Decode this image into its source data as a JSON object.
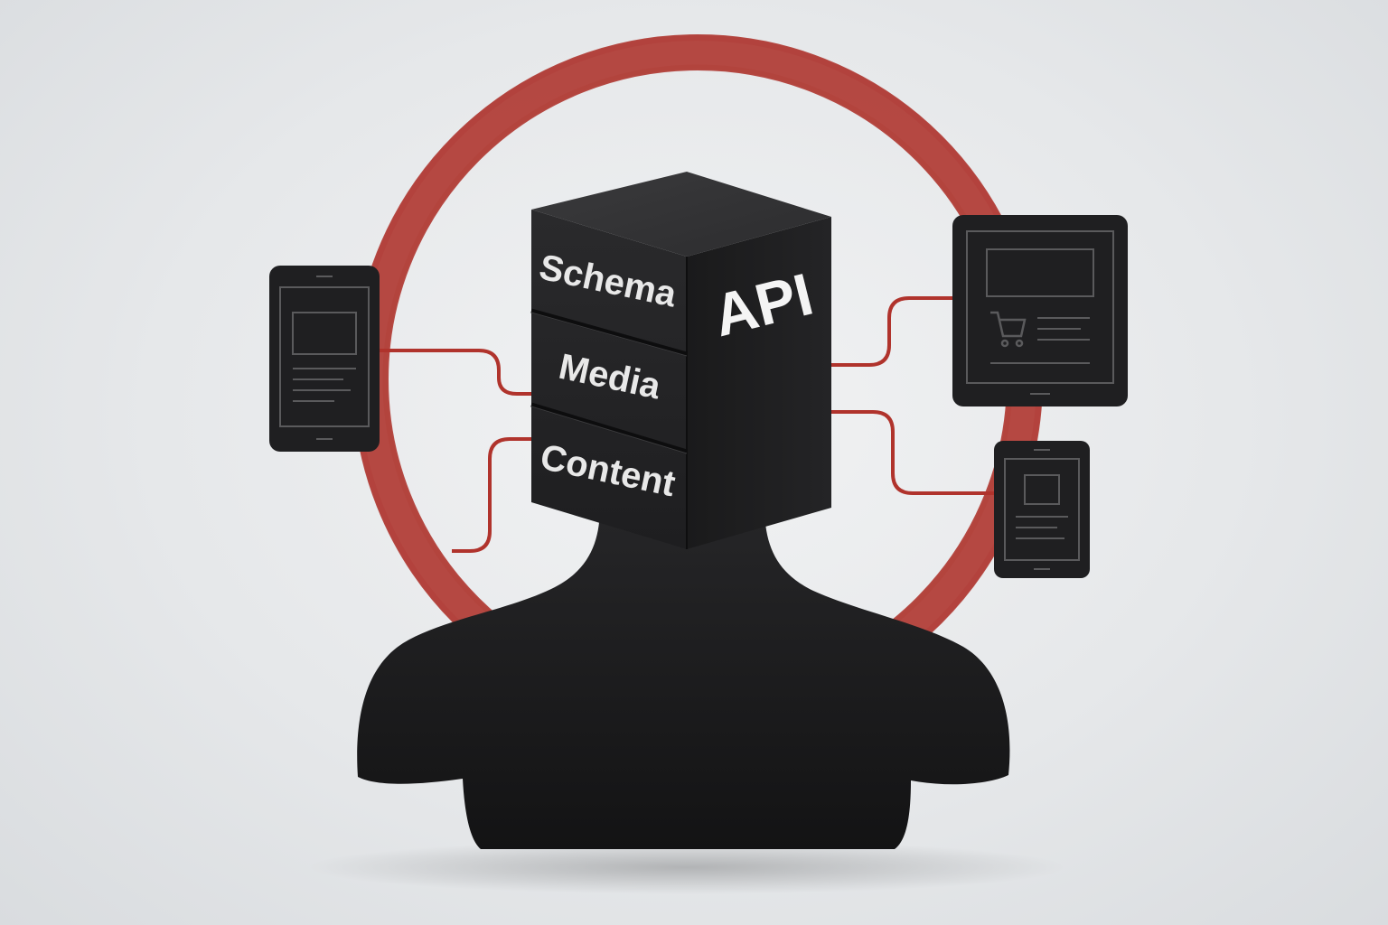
{
  "cube": {
    "front_layers": [
      "Schema",
      "Media",
      "Content"
    ],
    "side_label": "API"
  },
  "devices": {
    "left": "phone-icon",
    "right_top": "tablet-cart-icon",
    "right_bottom": "phone-icon"
  },
  "colors": {
    "accent_ring": "#b03a33",
    "connector_line": "#b0332c",
    "figure": "#1c1c1e",
    "device_body": "#1f1f21",
    "device_outline": "#5a5a5c",
    "background": "#e6e8ea"
  }
}
